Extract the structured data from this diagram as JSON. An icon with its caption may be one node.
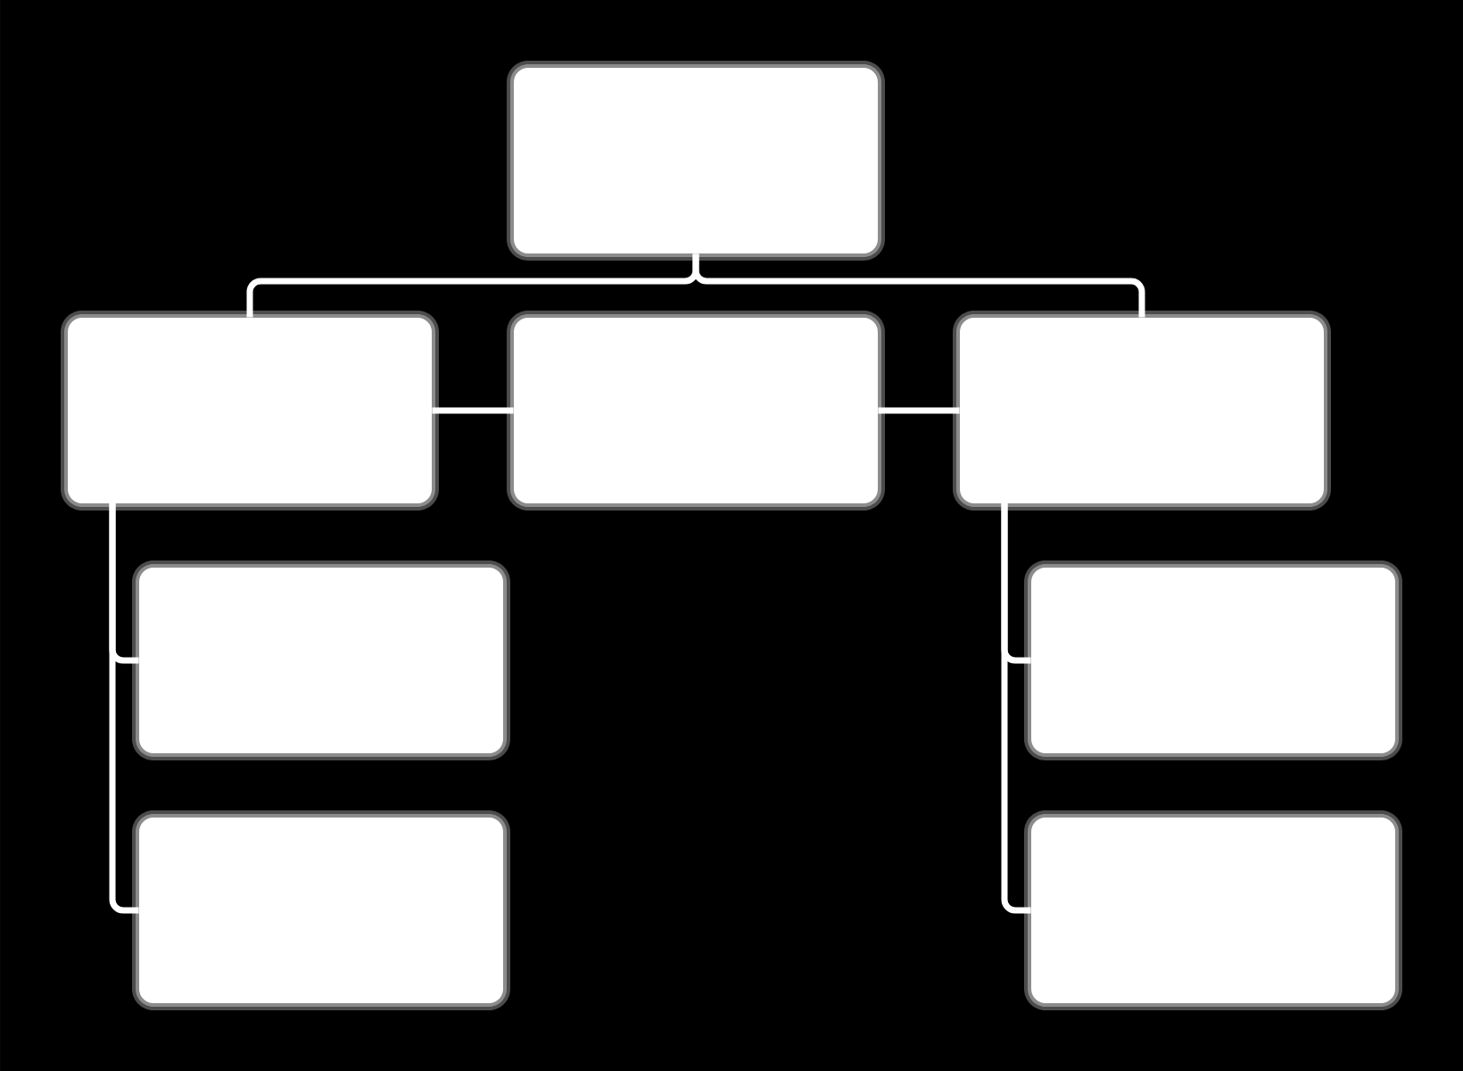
{
  "diagram": {
    "nodes": [
      {
        "text": [],
        "shape": "box"
      },
      {
        "text": [],
        "shape": "box"
      },
      {
        "text": [],
        "shape": "box"
      },
      {
        "text": [],
        "shape": "box"
      },
      {
        "text": [],
        "shape": "box"
      },
      {
        "text": [],
        "shape": "box"
      },
      {
        "text": [],
        "shape": "box"
      },
      {
        "text": [],
        "shape": "box"
      }
    ],
    "edges": [
      {
        "from": 0,
        "to": 1,
        "arrow": "none"
      },
      {
        "from": 0,
        "to": 3,
        "arrow": "none"
      },
      {
        "from": 1,
        "to": 2,
        "arrow": "none"
      },
      {
        "from": 2,
        "to": 3,
        "arrow": "none"
      },
      {
        "from": 1,
        "to": 4,
        "arrow": "none"
      },
      {
        "from": 1,
        "to": 5,
        "arrow": "none"
      },
      {
        "from": 3,
        "to": 6,
        "arrow": "none"
      },
      {
        "from": 3,
        "to": 7,
        "arrow": "none"
      }
    ]
  }
}
